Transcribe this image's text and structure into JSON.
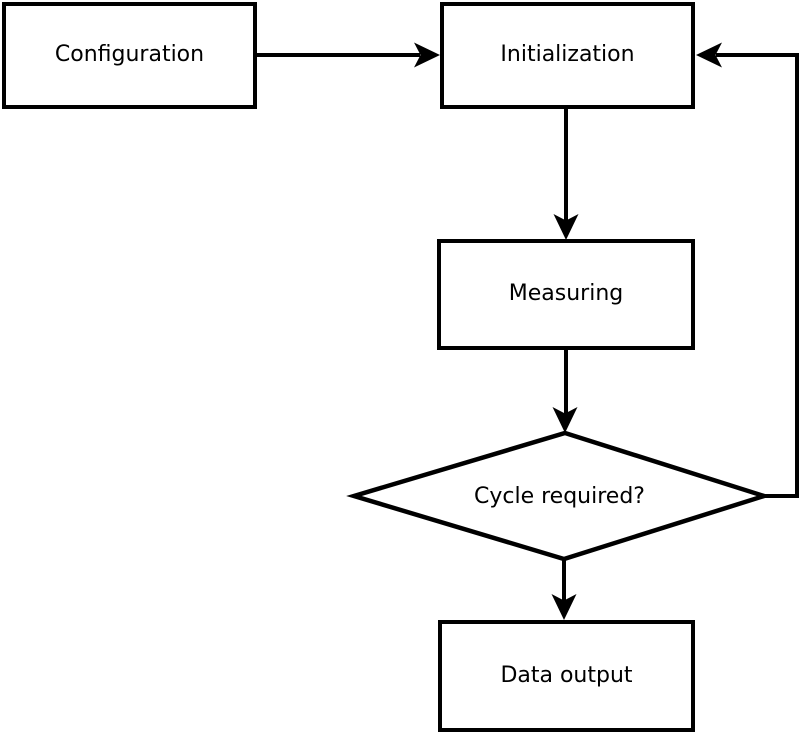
{
  "diagram": {
    "background_color": "#ffffff",
    "stroke_color": "#000000",
    "text_color": "#000000",
    "nodes": {
      "configuration": {
        "label": "Configuration",
        "shape": "rectangle"
      },
      "initialization": {
        "label": "Initialization",
        "shape": "rectangle"
      },
      "measuring": {
        "label": "Measuring",
        "shape": "rectangle"
      },
      "cycle_required": {
        "label": "Cycle required?",
        "shape": "diamond"
      },
      "data_output": {
        "label": "Data output",
        "shape": "rectangle"
      }
    },
    "edges": [
      {
        "from": "configuration",
        "to": "initialization"
      },
      {
        "from": "initialization",
        "to": "measuring"
      },
      {
        "from": "measuring",
        "to": "cycle_required"
      },
      {
        "from": "cycle_required",
        "to": "data_output"
      },
      {
        "from": "cycle_required",
        "to": "initialization"
      }
    ]
  }
}
